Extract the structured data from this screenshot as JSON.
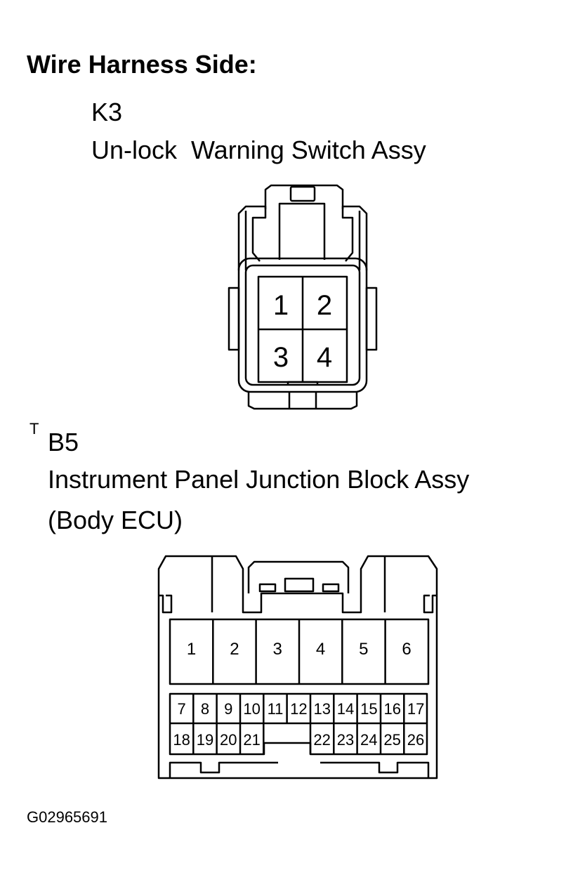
{
  "heading": "Wire Harness Side:",
  "connector_k3": {
    "code": "K3",
    "name": "Un-lock  Warning Switch Assy",
    "pins": [
      "1",
      "2",
      "3",
      "4"
    ]
  },
  "connector_b5": {
    "prefix_mark": "T",
    "code": "B5",
    "name": "Instrument Panel Junction Block Assy",
    "subname": "(Body ECU)",
    "pins_large": [
      "1",
      "2",
      "3",
      "4",
      "5",
      "6"
    ],
    "pins_row2": [
      "7",
      "8",
      "9",
      "10",
      "11",
      "12",
      "13",
      "14",
      "15",
      "16",
      "17"
    ],
    "pins_row3_left": [
      "18",
      "19",
      "20",
      "21"
    ],
    "pins_row3_right": [
      "22",
      "23",
      "24",
      "25",
      "26"
    ]
  },
  "figure_id": "G02965691"
}
